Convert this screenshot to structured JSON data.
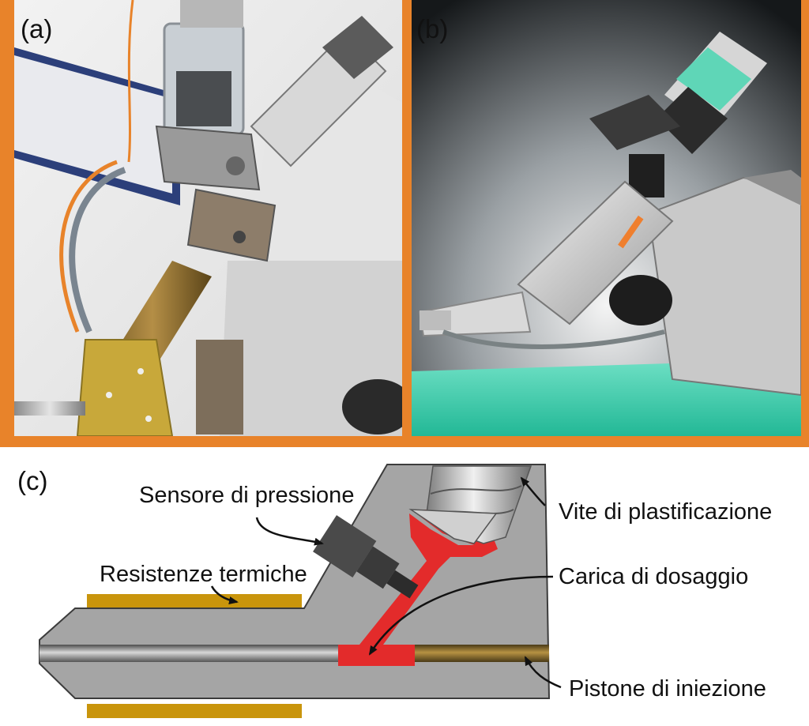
{
  "panels": [
    {
      "label": "(a)"
    },
    {
      "label": "(b)"
    },
    {
      "label": "(c)"
    }
  ],
  "callouts": {
    "pressure_sensor": "Sensore di pressione",
    "heater_bands": "Resistenze termiche",
    "plasticizing_screw": "Vite di plastificazione",
    "dosing_charge": "Carica di dosaggio",
    "injection_piston": "Pistone di iniezione"
  },
  "colors": {
    "frame_accent": "#e8832a",
    "melt": "#e32b2b",
    "heater": "#c9950c",
    "body": "#a5a5a5",
    "teal_floor": "#3fcfb0"
  }
}
